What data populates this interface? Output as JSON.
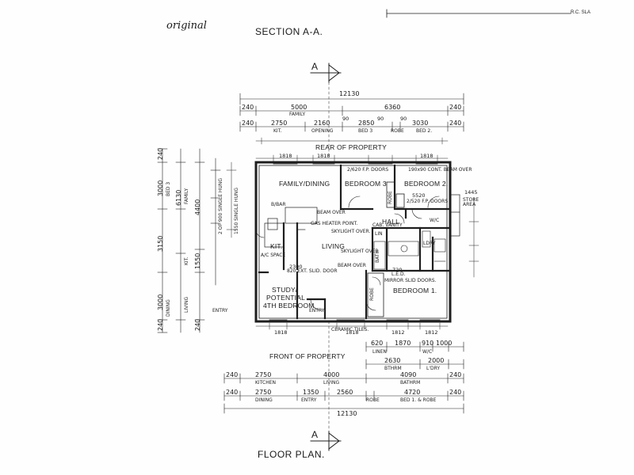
{
  "header": {
    "original_note": "original",
    "section_title": "SECTION A-A.",
    "author": "R.C. SLA"
  },
  "markers": {
    "section_a": "A"
  },
  "labels": {
    "rear": "REAR OF PROPERTY",
    "front": "FRONT OF PROPERTY",
    "floor_plan": "FLOOR PLAN."
  },
  "rooms": {
    "family_dining": "FAMILY/DINING",
    "bedroom3": "BEDROOM 3",
    "bedroom2": "BEDROOM 2.",
    "hall": "HALL",
    "kit": "KIT.",
    "living": "LIVING",
    "bedroom1": "BEDROOM 1.",
    "study_line1": "STUDY/",
    "study_line2": "POTENTIAL",
    "study_line3": "4TH BEDROOM",
    "robe": "ROBE",
    "lin": "LIN",
    "bath": "BATH",
    "ldry": "LDRY",
    "wc": "W/C",
    "entry": "ENTRY",
    "store": "STORE AREA"
  },
  "notes": {
    "b_bar": "B/BAR",
    "gas_heater": "GAS HEATER POINT.",
    "skylight1": "SKYLIGHT OVER.",
    "skylight2": "SKYLIGHT OVER",
    "beam1": "BEAM OVER",
    "beam2": "BEAM OVER",
    "fp_doors1": "2/620 F.P. DOORS",
    "fp_doors2": "2/520 F.P. DOORS",
    "slid_doors": "MIRROR SLID DOORS.",
    "ext_door": "820 EXT. SLID. DOOR",
    "ceramic": "CERAMIC TILES.",
    "cont_beam": "190x90 CONT. BEAM OVER",
    "vanity": "CAB. VANITY",
    "led": "L.E.D.",
    "linen_note": "LINEN",
    "window_note": "2 OF 900 SINGLE HUNG",
    "w_note2": "1550 SINGLE HUNG",
    "ent_note": "ENTRY",
    "a_c_space": "A/C SPACE"
  },
  "dims": {
    "total_width": "12130",
    "top_row1": [
      "240",
      "5000",
      "6360",
      "240"
    ],
    "top_row1_sub": "FAMILY",
    "top_row2": [
      "240",
      "2750",
      "2160",
      "2850",
      "3030",
      "240"
    ],
    "top_row2_labels": [
      "KIT.",
      "OPENING",
      "BED 3",
      "ROBE",
      "BED 2."
    ],
    "top_small": [
      "90",
      "90",
      "90"
    ],
    "rear_windows": [
      "1818",
      "1818",
      "1818"
    ],
    "front_windows": [
      "1818",
      "1818",
      "1812",
      "1812"
    ],
    "right_row1": [
      "620",
      "1870",
      "910",
      "1000"
    ],
    "right_row1_labels": [
      "LINEN",
      "W/C"
    ],
    "right_row2": [
      "2630",
      "2000"
    ],
    "right_row2_labels": [
      "BTHRM",
      "L'DRY"
    ],
    "bot_row1": [
      "240",
      "2750",
      "4000",
      "4090",
      "240"
    ],
    "bot_row1_labels": [
      "KITCHEN",
      "LIVING",
      "BATHRM"
    ],
    "bot_row2": [
      "240",
      "2750",
      "1350",
      "2560",
      "4720",
      "240"
    ],
    "bot_row2_labels": [
      "DINING",
      "ENTRY",
      "ROBE",
      "BED 1. & ROBE"
    ],
    "left_outer": [
      "240",
      "3000",
      "3150",
      "3000",
      "240"
    ],
    "left_outer_total": "6130",
    "left_outer_labels": [
      "BED 3",
      "FAMILY",
      "KIT.",
      "LIVING",
      "DINING"
    ],
    "left_inner": [
      "4400",
      "1550",
      "240"
    ],
    "misc": [
      "1445",
      "720",
      "2300",
      "5520"
    ]
  }
}
